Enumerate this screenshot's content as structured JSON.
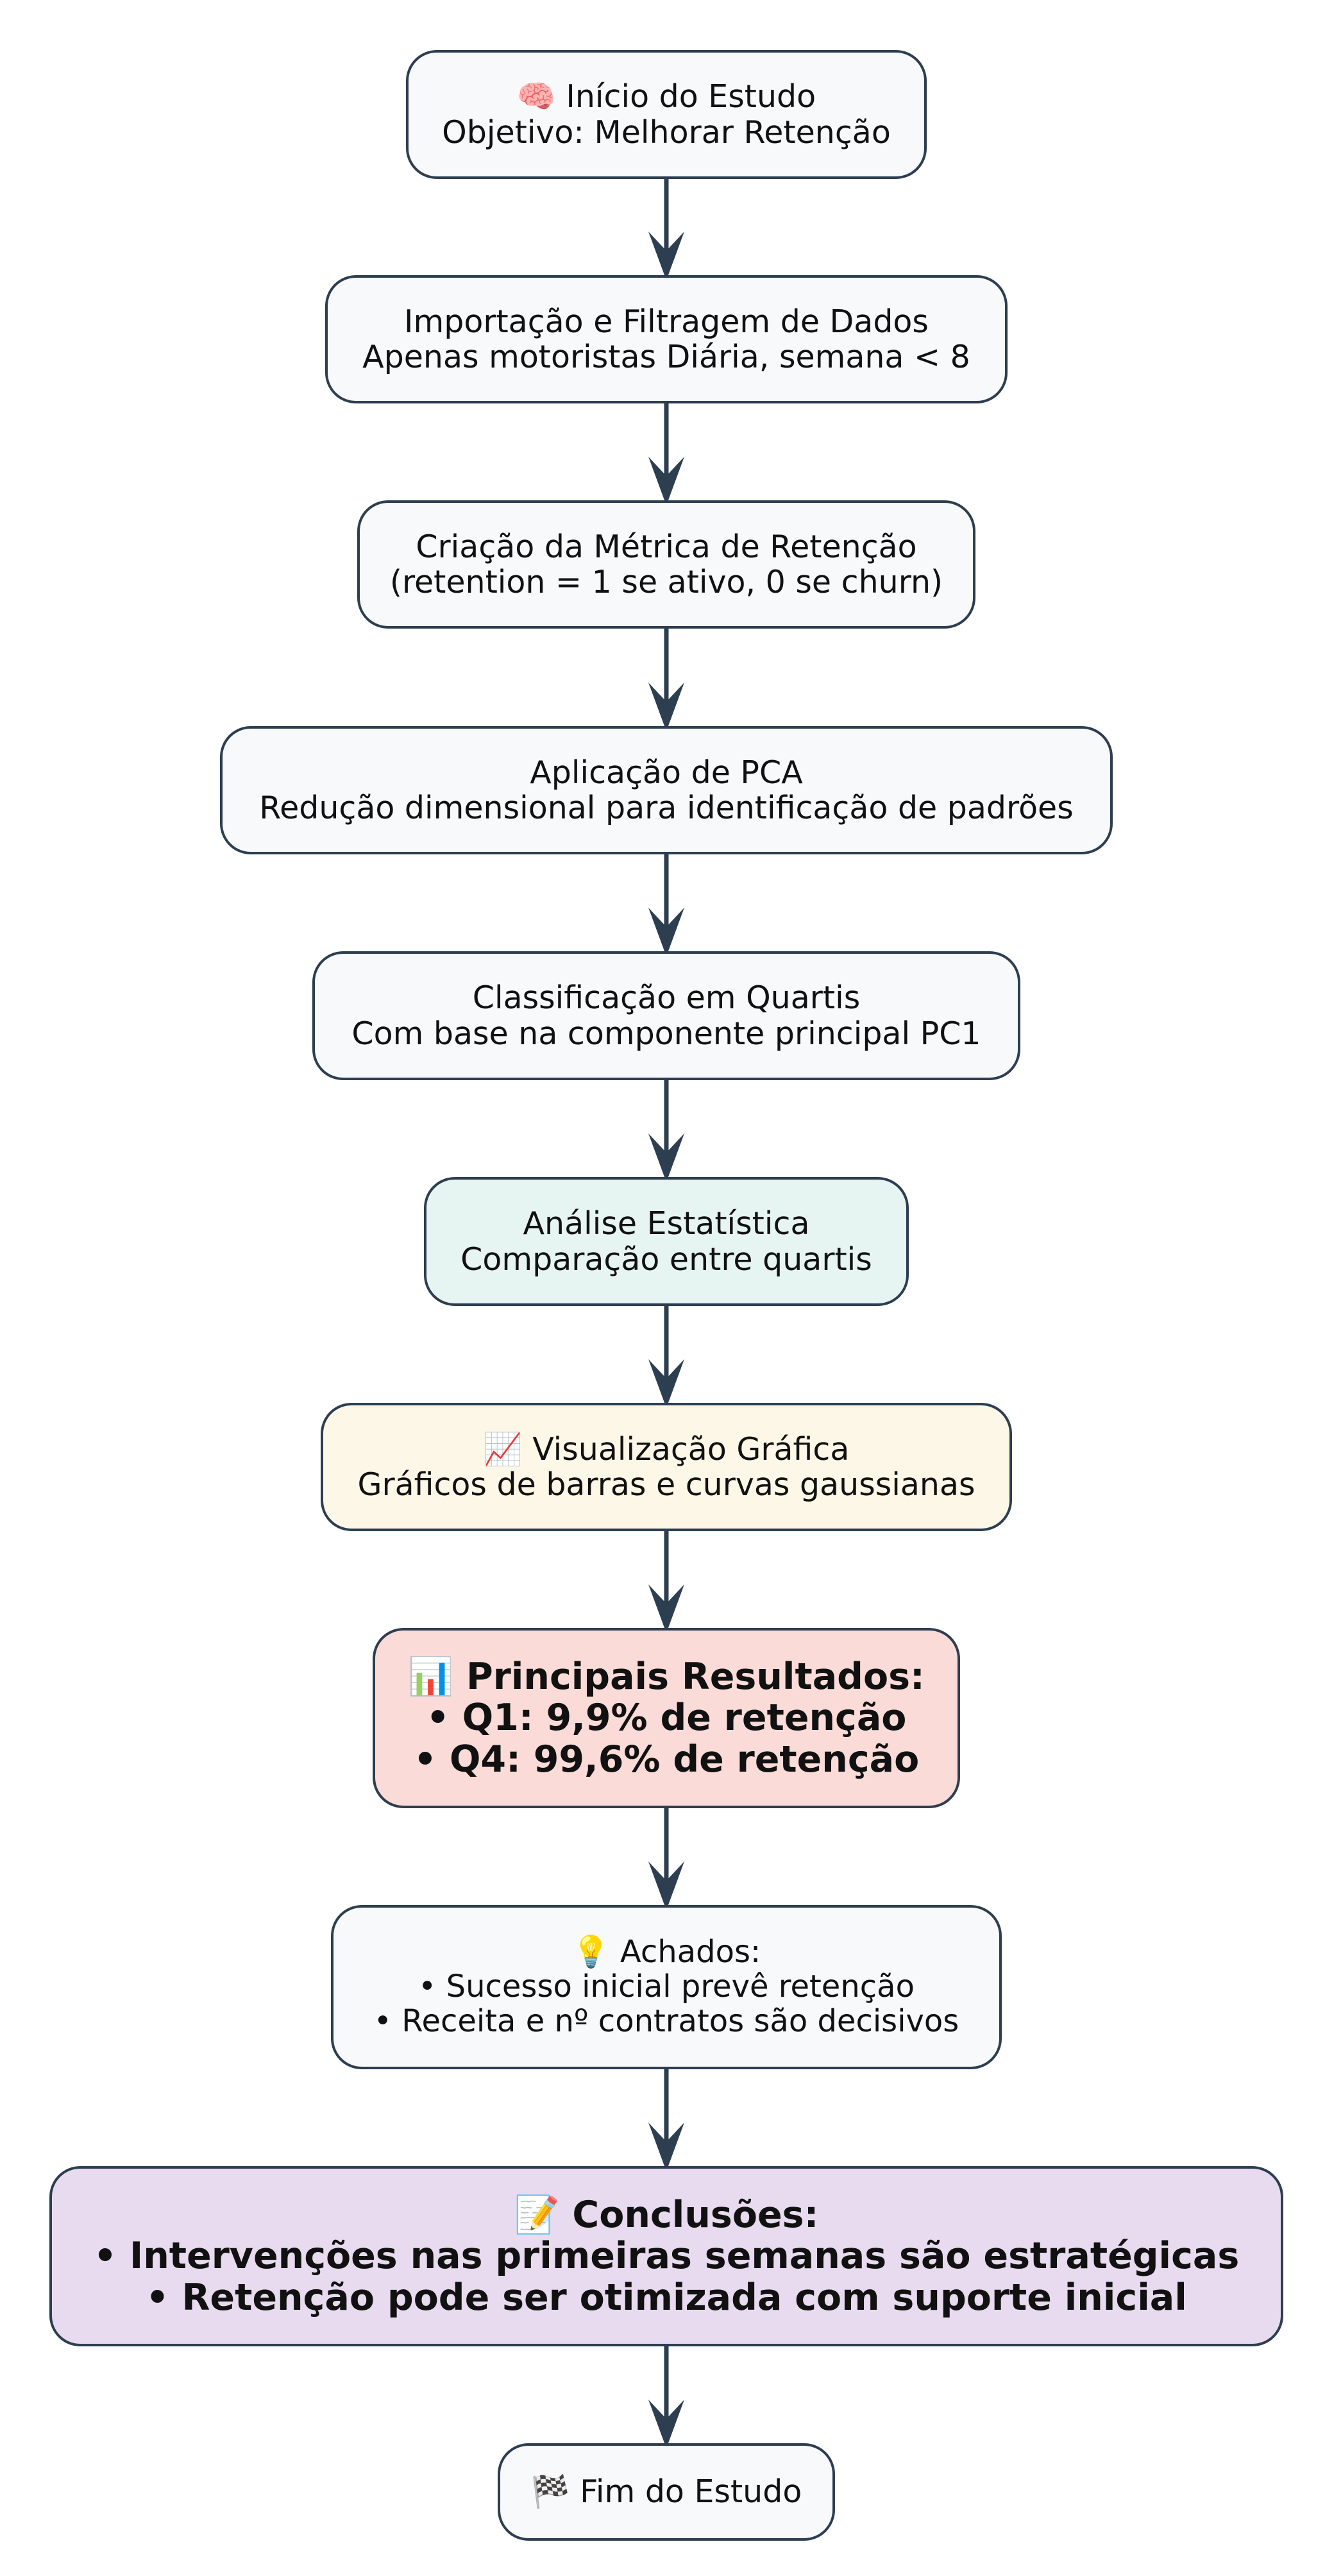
{
  "colors": {
    "node_default": "#f7f9fb",
    "node_analysis": "#e6f5f1",
    "node_visualization": "#fdf7e7",
    "node_results": "#fadbd8",
    "node_conclusions": "#e8daef",
    "border": "#2d3e50",
    "arrow": "#2d3e50"
  },
  "nodes": [
    {
      "id": "start",
      "icon": "brain-icon",
      "lines": [
        "🧠 Início do Estudo",
        "Objetivo: Melhorar Retenção"
      ]
    },
    {
      "id": "import",
      "lines": [
        "Importação e Filtragem de Dados",
        "Apenas motoristas Diária, semana < 8"
      ]
    },
    {
      "id": "metric",
      "lines": [
        "Criação da Métrica de Retenção",
        "(retention = 1 se ativo, 0 se churn)"
      ]
    },
    {
      "id": "pca",
      "lines": [
        "Aplicação de PCA",
        "Redução dimensional para identificação de padrões"
      ]
    },
    {
      "id": "quartiles",
      "lines": [
        "Classificação em Quartis",
        "Com base na componente principal PC1"
      ]
    },
    {
      "id": "analysis",
      "lines": [
        "Análise Estatística",
        "Comparação entre quartis"
      ]
    },
    {
      "id": "visualization",
      "icon": "chart-increasing-icon",
      "lines": [
        "📈 Visualização Gráfica",
        "Gráficos de barras e curvas gaussianas"
      ]
    },
    {
      "id": "results",
      "icon": "bar-chart-icon",
      "lines": [
        "📊 Principais Resultados:",
        "• Q1: 9,9% de retenção",
        "• Q4: 99,6% de retenção"
      ]
    },
    {
      "id": "findings",
      "icon": "light-bulb-icon",
      "lines": [
        "💡 Achados:",
        "• Sucesso inicial prevê retenção",
        "• Receita e nº contratos são decisivos"
      ]
    },
    {
      "id": "conclusions",
      "icon": "memo-icon",
      "lines": [
        "📝 Conclusões:",
        "• Intervenções nas primeiras semanas são estratégicas",
        "• Retenção pode ser otimizada com suporte inicial"
      ]
    },
    {
      "id": "end",
      "icon": "checkered-flag-icon",
      "lines": [
        "🏁 Fim do Estudo"
      ]
    }
  ],
  "edges": [
    [
      "start",
      "import"
    ],
    [
      "import",
      "metric"
    ],
    [
      "metric",
      "pca"
    ],
    [
      "pca",
      "quartiles"
    ],
    [
      "quartiles",
      "analysis"
    ],
    [
      "analysis",
      "visualization"
    ],
    [
      "visualization",
      "results"
    ],
    [
      "results",
      "findings"
    ],
    [
      "findings",
      "conclusions"
    ],
    [
      "conclusions",
      "end"
    ]
  ]
}
